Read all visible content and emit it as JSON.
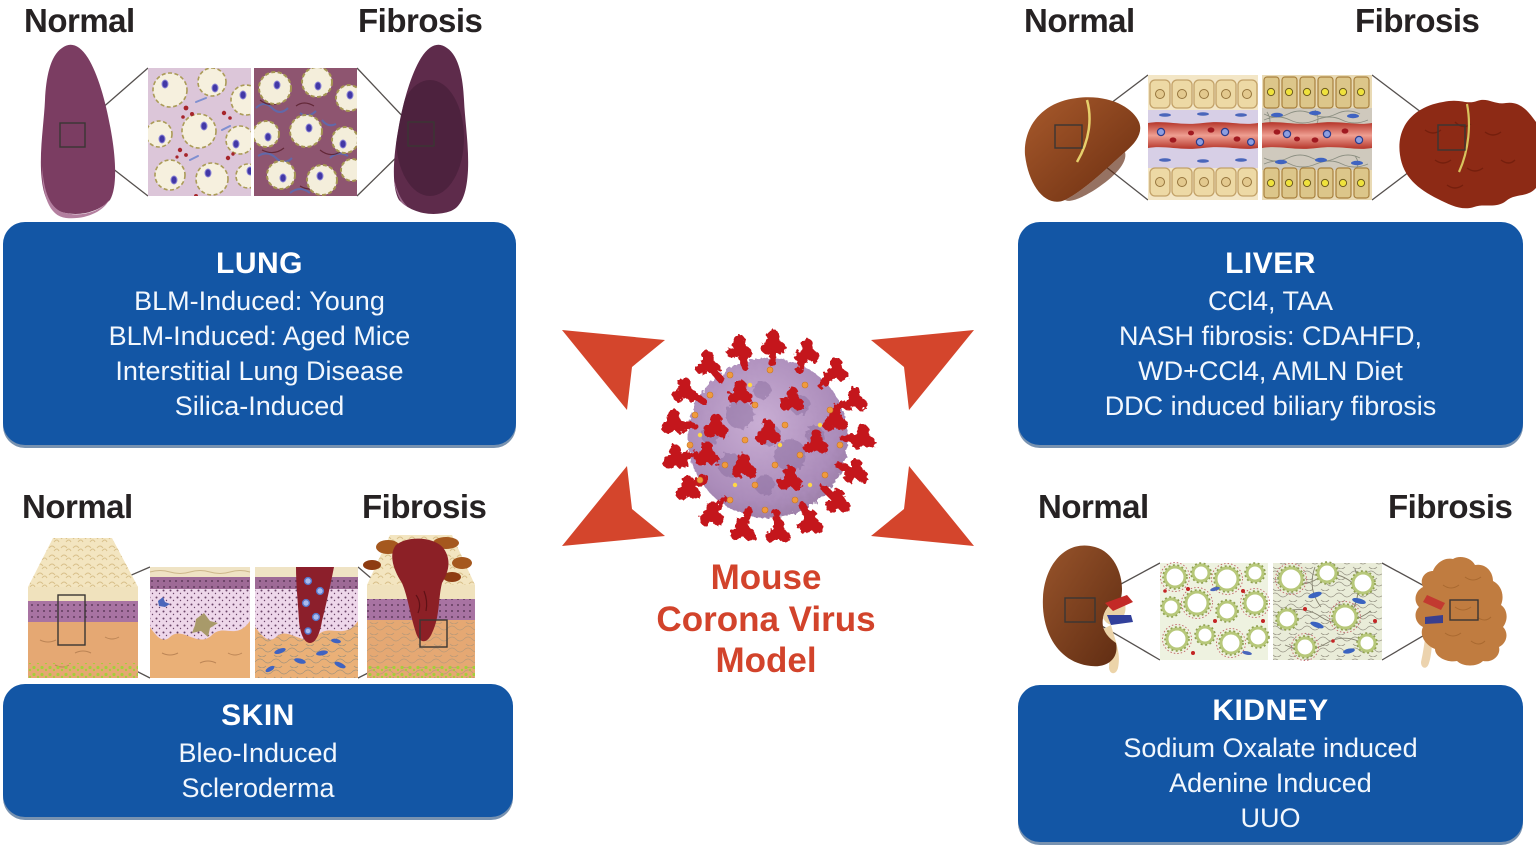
{
  "colors": {
    "panel_blue": "#1356a5",
    "accent_red": "#d4452c",
    "caption_red": "#d2432b",
    "label_dark": "#262223",
    "panel_text": "#ffffff"
  },
  "center": {
    "virus_icon": "coronavirus",
    "caption_lines": [
      "Mouse",
      "Corona Virus",
      "Model"
    ]
  },
  "quadrants": {
    "lung": {
      "normal_label": "Normal",
      "fibrosis_label": "Fibrosis",
      "panel": {
        "title": "LUNG",
        "items": [
          "BLM-Induced: Young",
          "BLM-Induced: Aged Mice",
          "Interstitial Lung Disease",
          "Silica-Induced"
        ]
      }
    },
    "liver": {
      "normal_label": "Normal",
      "fibrosis_label": "Fibrosis",
      "panel": {
        "title": "LIVER",
        "items": [
          "CCl4, TAA",
          "NASH fibrosis: CDAHFD,",
          "WD+CCl4, AMLN Diet",
          "DDC induced biliary fibrosis"
        ]
      }
    },
    "skin": {
      "normal_label": "Normal",
      "fibrosis_label": "Fibrosis",
      "panel": {
        "title": "SKIN",
        "items": [
          "Bleo-Induced",
          "Scleroderma"
        ]
      }
    },
    "kidney": {
      "normal_label": "Normal",
      "fibrosis_label": "Fibrosis",
      "panel": {
        "title": "KIDNEY",
        "items": [
          "Sodium Oxalate induced",
          "Adenine Induced",
          "UUO"
        ]
      }
    }
  }
}
